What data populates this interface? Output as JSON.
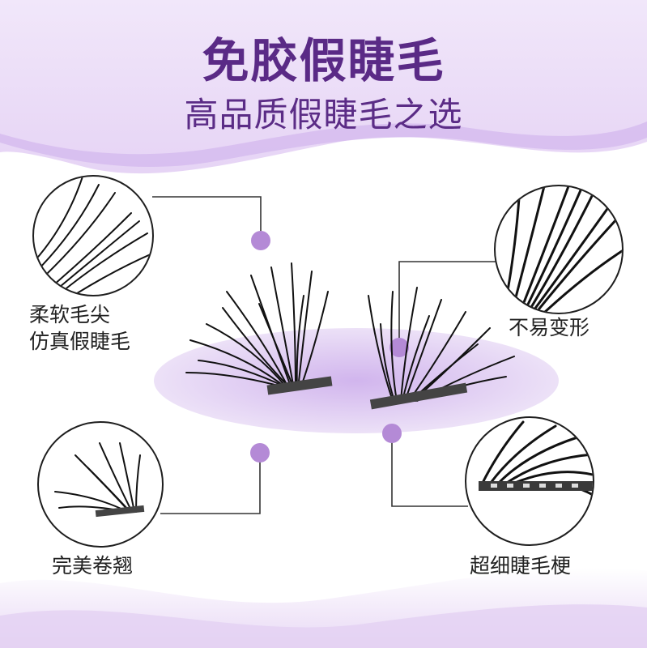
{
  "header": {
    "title": "免胶假睫毛",
    "subtitle": "高品质假睫毛之选"
  },
  "features": [
    {
      "label_line1": "柔软毛尖",
      "label_line2": "仿真假睫毛"
    },
    {
      "label_line1": "不易变形"
    },
    {
      "label_line1": "完美卷翘"
    },
    {
      "label_line1": "超细睫毛梗"
    }
  ],
  "colors": {
    "accent": "#5a2a86",
    "marker": "#b48ad6",
    "wave": "#d9c2ee"
  },
  "icons": [
    "eyelash-closeup-icon"
  ]
}
